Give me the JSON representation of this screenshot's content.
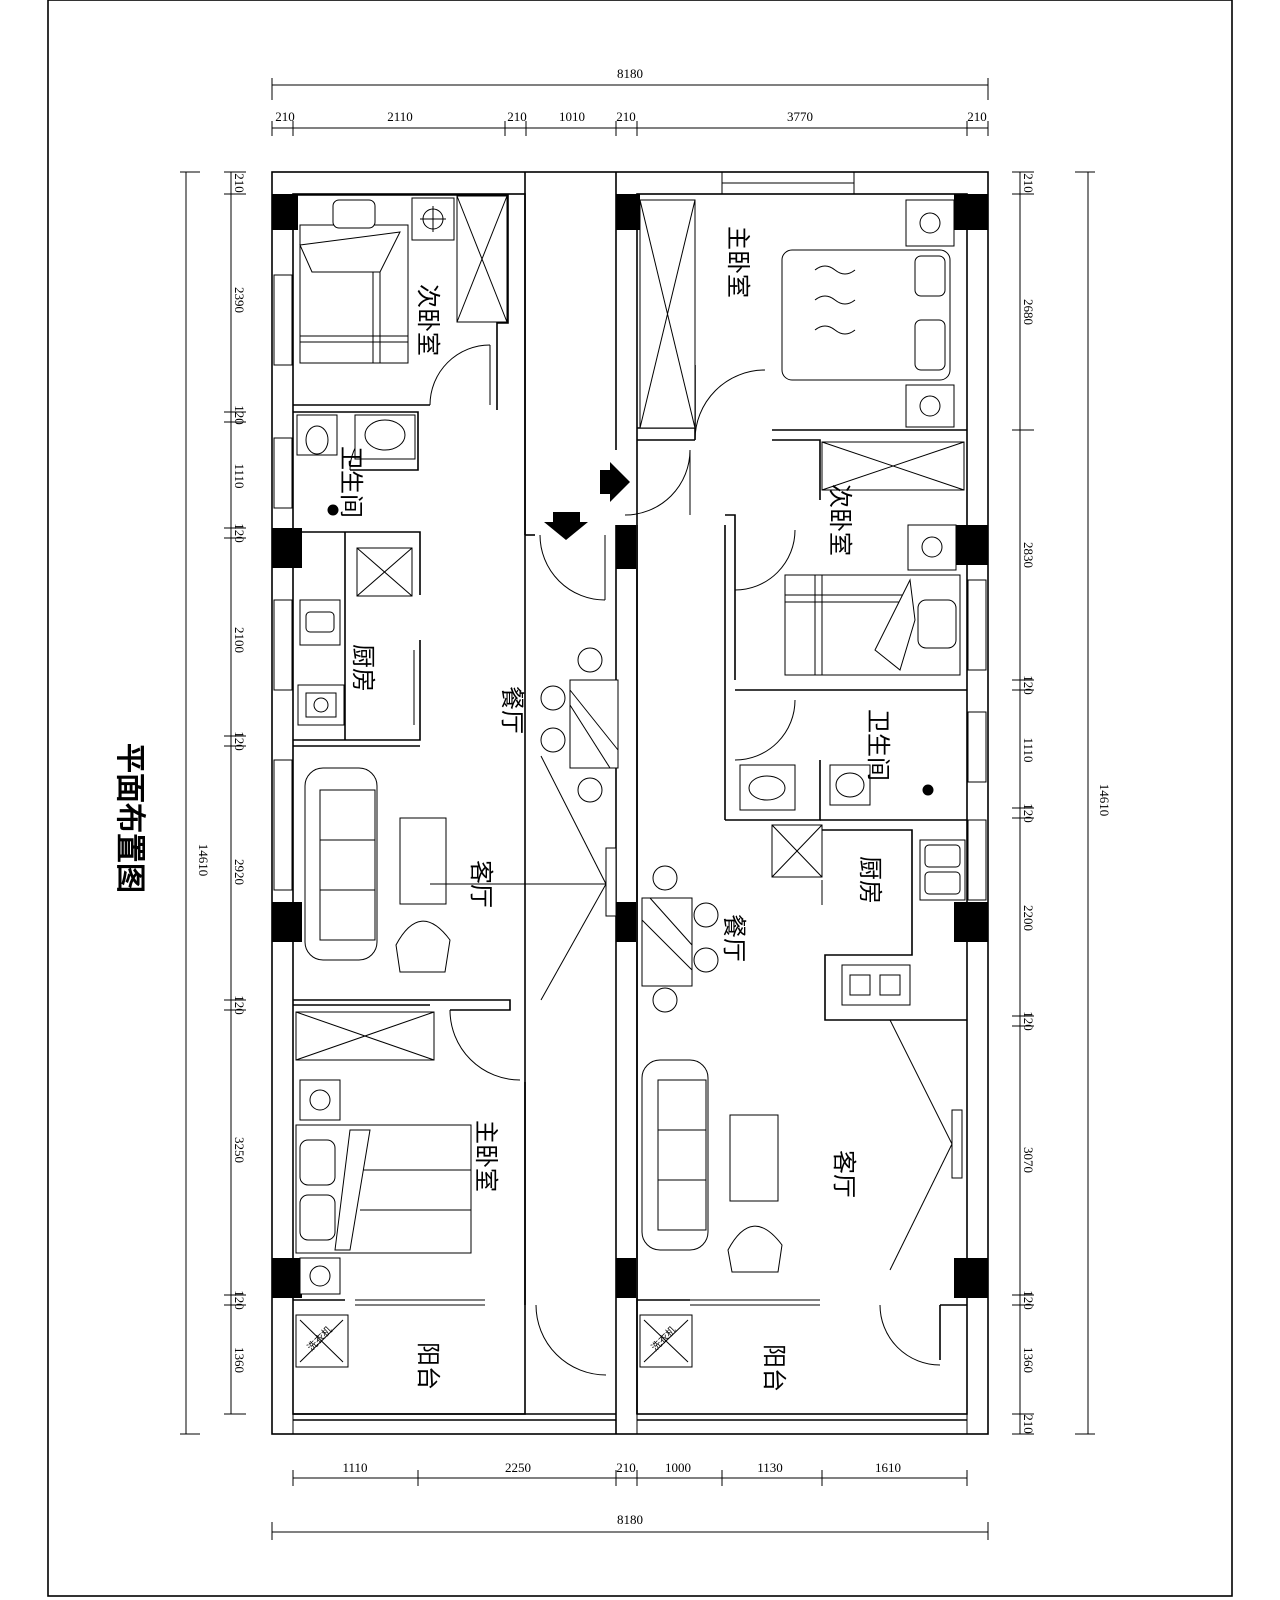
{
  "title": "平面布置图",
  "dimensions": {
    "top_total": "8180",
    "top_segments": [
      "210",
      "2110",
      "210",
      "1010",
      "210",
      "3770",
      "210"
    ],
    "bottom_total": "8180",
    "bottom_segments": [
      "1110",
      "2250",
      "210",
      "1000",
      "1130",
      "1610"
    ],
    "left_total": "14610",
    "left_segments": [
      "210",
      "2390",
      "120",
      "1110",
      "120",
      "2100",
      "120",
      "2920",
      "120",
      "3250",
      "120",
      "1360"
    ],
    "right_total": "14610",
    "right_segments": [
      "210",
      "2680",
      "2830",
      "120",
      "1110",
      "120",
      "2200",
      "120",
      "3070",
      "120",
      "1360",
      "210"
    ]
  },
  "rooms_left": {
    "second_bedroom": "次卧室",
    "bathroom": "卫生间",
    "kitchen": "厨房",
    "dining": "餐厅",
    "living": "客厅",
    "master_bedroom": "主卧室",
    "balcony": "阳台"
  },
  "rooms_right": {
    "master_bedroom": "主卧室",
    "second_bedroom": "次卧室",
    "bathroom": "卫生间",
    "kitchen": "厨房",
    "dining": "餐厅",
    "living": "客厅",
    "balcony": "阳台"
  },
  "fixtures": {
    "washer_label": "洗衣机"
  }
}
